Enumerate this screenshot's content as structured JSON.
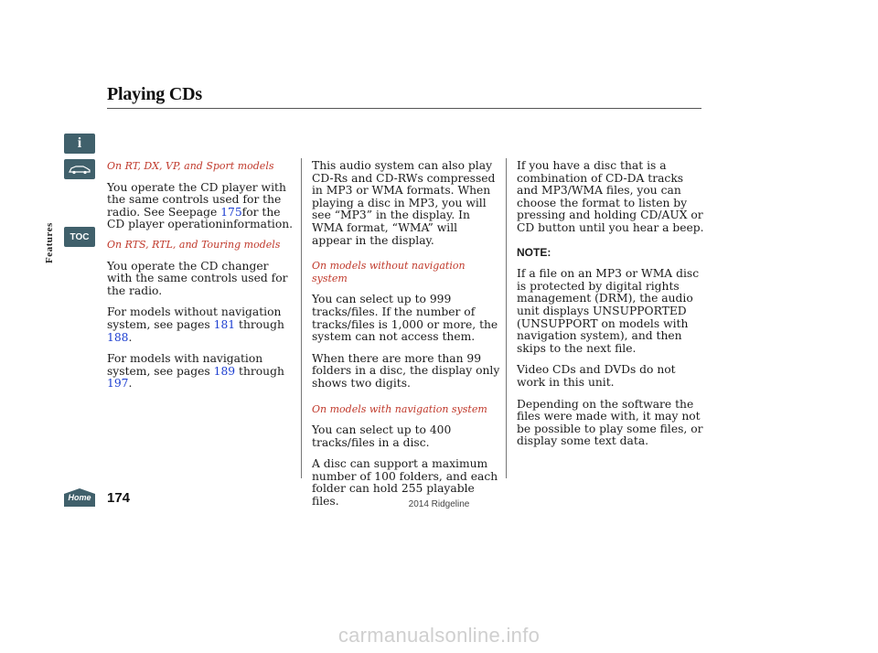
{
  "page_title": "Playing CDs",
  "section_label": "Features",
  "page_number": "174",
  "footer_text": "2014 Ridgeline",
  "watermark": "carmanualsonline.info",
  "nav": {
    "info_icon_glyph": "i",
    "toc_label": "TOC",
    "home_label": "Home"
  },
  "col1": {
    "sub1": "On RT, DX, VP, and Sport models",
    "p1_text": "You operate the CD player with the same controls used for the radio. See",
    "p1_page_prefix": "Seepage",
    "p1_link": "175",
    "p1_tail": "for the CD player operationinformation.",
    "sub2": "On RTS, RTL, and Touring models",
    "p2": "You operate the CD changer with the same controls used for the radio.",
    "p3_prefix": "For models without navigation system, see pages",
    "p3_link1": "181",
    "p3_mid": "through",
    "p3_link2": "188",
    "p3_end": ".",
    "p4_prefix": "For models with navigation system, see pages",
    "p4_link1": "189",
    "p4_mid": "through",
    "p4_link2": "197",
    "p4_end": "."
  },
  "col2": {
    "p1": "This audio system can also play CD-Rs and CD-RWs compressed in MP3 or WMA formats. When playing a disc in MP3, you will see “MP3” in the display. In WMA format, “WMA” will appear in the display.",
    "sub1": "On models without navigation system",
    "p2": "You can select up to 999 tracks/files. If the number of tracks/files is 1,000 or more, the system can not access them.",
    "p3": "When there are more than 99 folders in a disc, the display only shows two digits.",
    "sub2": "On models with navigation system",
    "p4": "You can select up to 400 tracks/files in a disc.",
    "p5": "A disc can support a maximum number of 100 folders, and each folder can hold 255 playable files."
  },
  "col3": {
    "p1": "If you have a disc that is a combination of CD-DA tracks and MP3/WMA files, you can choose the format to listen by pressing and holding CD/AUX or CD button until you hear a beep.",
    "note_label": "NOTE:",
    "p2": "If a file on an MP3 or WMA disc is protected by digital rights management (DRM), the audio unit displays UNSUPPORTED (UNSUPPORT on models with navigation system), and then skips to the next file.",
    "p3": "Video CDs and DVDs do not work in this unit.",
    "p4": "Depending on the software the files were made with, it may not be possible to play some files, or display some text data."
  }
}
